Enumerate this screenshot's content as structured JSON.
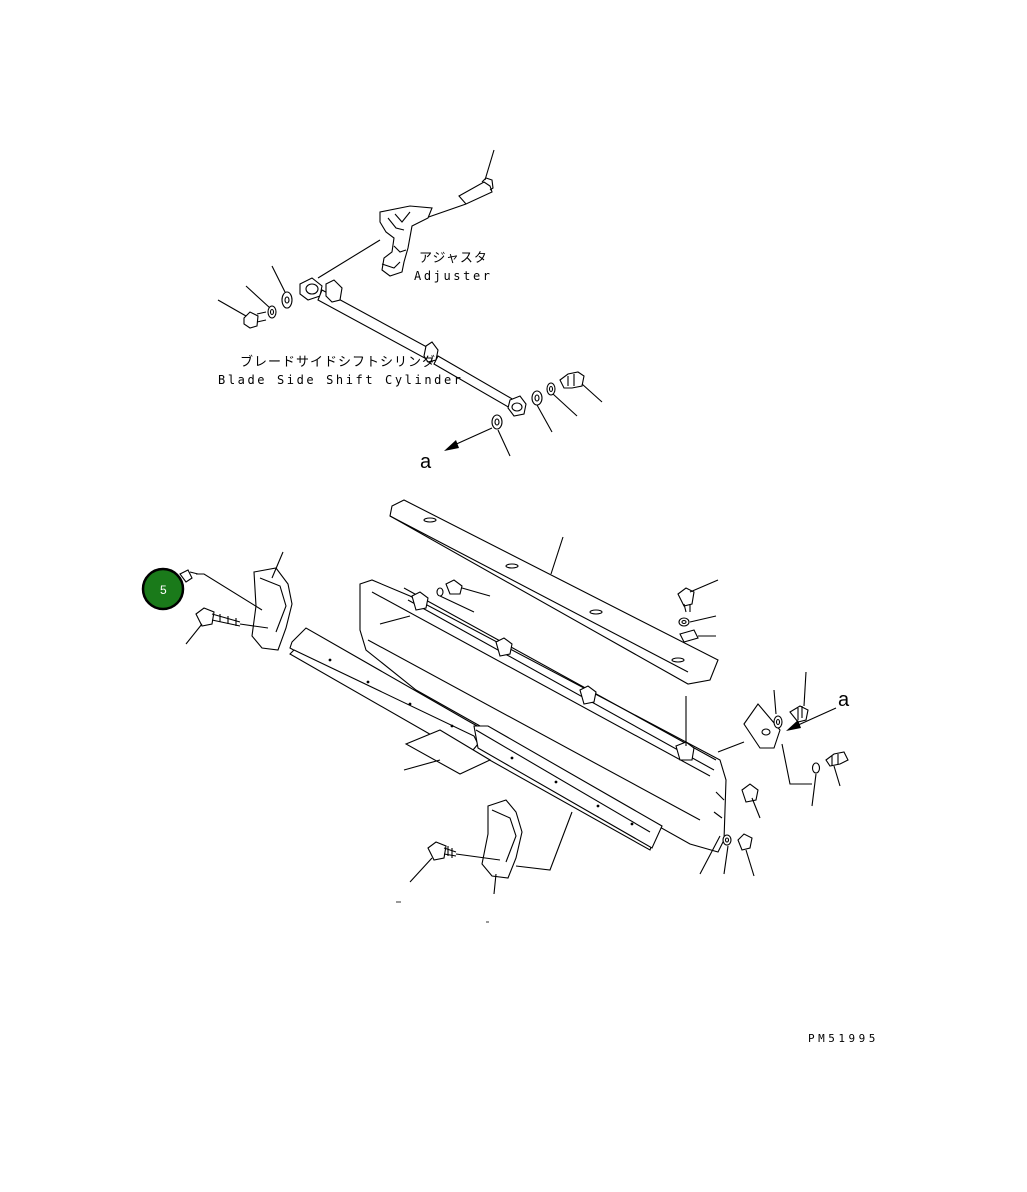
{
  "labels": {
    "adjuster_jp": "アジャスタ",
    "adjuster_en": "Adjuster",
    "cylinder_jp": "ブレードサイドシフトシリンダ",
    "cylinder_en": "Blade Side Shift Cylinder",
    "view_arrow_top": "a",
    "view_arrow_right": "a",
    "drawing_code": "PM51995"
  },
  "callout": {
    "number": "5",
    "fill_color": "#1a7a1a",
    "border_color": "#000000"
  }
}
